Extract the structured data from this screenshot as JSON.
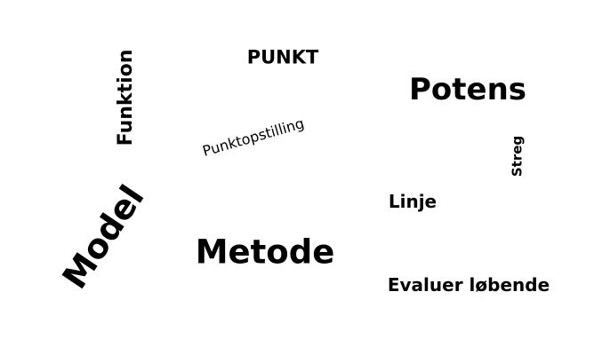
{
  "words": {
    "funktion": "Funktion",
    "punkt": "PUNKT",
    "potens": "Potens",
    "punktopstilling": "Punktopstilling",
    "streg": "Streg",
    "model": "Model",
    "linje": "Linje",
    "metode": "Metode",
    "evaluer": "Evaluer løbende"
  },
  "colors": {
    "text": "#000000",
    "background": "#ffffff"
  }
}
